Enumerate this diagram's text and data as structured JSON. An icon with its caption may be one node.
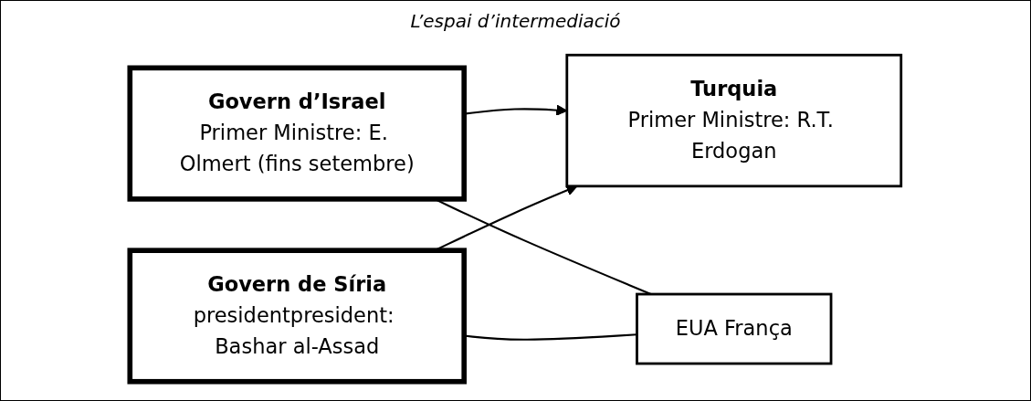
{
  "diagram": {
    "title": "L’espai d’intermediació",
    "nodes": [
      {
        "text": [
          "Govern d’Israel",
          "Primer Ministre: E. Olmert (fins setembre)"
        ]
      },
      {
        "text": [
          "Turquia",
          "Primer Ministre: R.T. Erdogan"
        ]
      },
      {
        "text": [
          "EUA França"
        ]
      },
      {
        "text": [
          "Govern de Síria",
          "presidentpresident: Bashar al-Assad"
        ]
      }
    ],
    "edges": [
      {
        "from": 0,
        "to": 1,
        "arrow": "to"
      },
      {
        "from": 3,
        "to": 1,
        "arrow": "to"
      },
      {
        "from": 0,
        "to": 2,
        "arrow": "none"
      },
      {
        "from": 3,
        "to": 2,
        "arrow": "none"
      }
    ]
  }
}
